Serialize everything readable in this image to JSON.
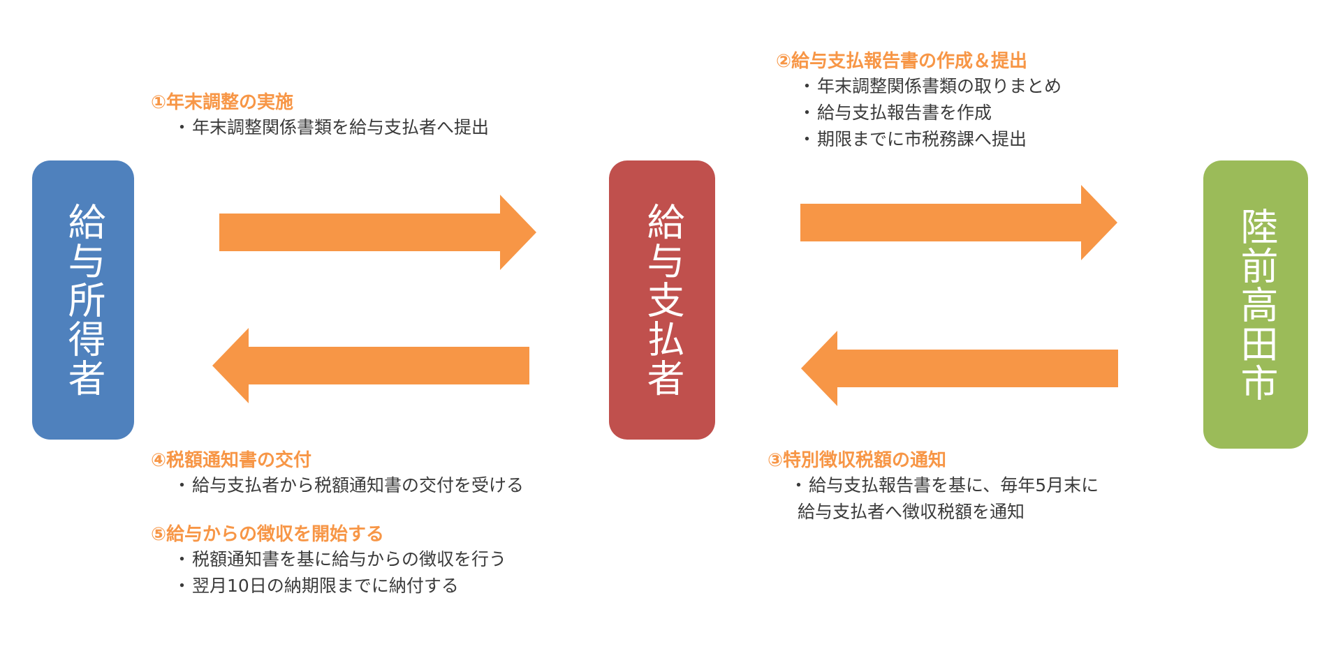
{
  "colors": {
    "earner": "#4f81bd",
    "payer": "#c0504d",
    "city": "#9bbb59",
    "arrow": "#f79646",
    "heading": "#f79646",
    "text": "#3a3a3a"
  },
  "entities": {
    "earner": "給与所得者",
    "payer": "給与支払者",
    "city": "陸前高田市"
  },
  "steps": {
    "step1": {
      "title": "①年末調整の実施",
      "lines": [
        "年末調整関係書類を給与支払者へ提出"
      ]
    },
    "step2": {
      "title": "②給与支払報告書の作成＆提出",
      "lines": [
        "年末調整関係書類の取りまとめ",
        "給与支払報告書を作成",
        "期限までに市税務課へ提出"
      ]
    },
    "step3": {
      "title": "③特別徴収税額の通知",
      "lines": [
        "給与支払報告書を基に、毎年5月末に"
      ],
      "continuation": "給与支払者へ徴収税額を通知"
    },
    "step4": {
      "title": "④税額通知書の交付",
      "lines": [
        "給与支払者から税額通知書の交付を受ける"
      ]
    },
    "step5": {
      "title": "⑤給与からの徴収を開始する",
      "lines": [
        "税額通知書を基に給与からの徴収を行う",
        "翌月10日の納期限までに納付する"
      ]
    }
  },
  "bullet": "・"
}
